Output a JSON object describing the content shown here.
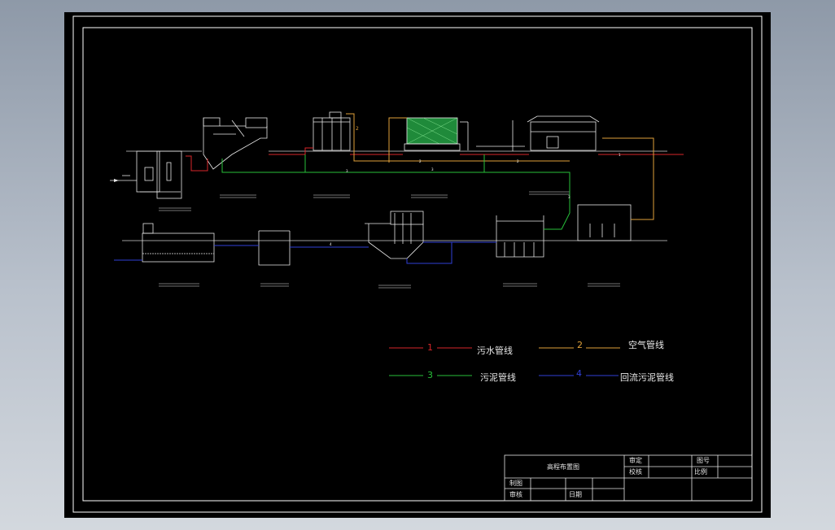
{
  "legend": [
    {
      "num": "1",
      "label": "污水管线",
      "color": "#d8262a"
    },
    {
      "num": "2",
      "label": "空气管线",
      "color": "#e0a13a"
    },
    {
      "num": "3",
      "label": "污泥管线",
      "color": "#27c03a"
    },
    {
      "num": "4",
      "label": "回流污泥管线",
      "color": "#2f3fd6"
    }
  ],
  "line_tags": {
    "sewage": "1",
    "air": "2",
    "sludge": "3",
    "return": "4"
  },
  "title_block": {
    "drawing_title": "高程布置图",
    "reviewer": "审定",
    "checker": "校核",
    "drafter": "制图",
    "auditor": "审核",
    "drawing_no": "图号",
    "scale": "比例",
    "date": "日期"
  },
  "colors": {
    "background": "#000000",
    "frame": "#ffffff",
    "green_fill": "#1f8a3a"
  }
}
